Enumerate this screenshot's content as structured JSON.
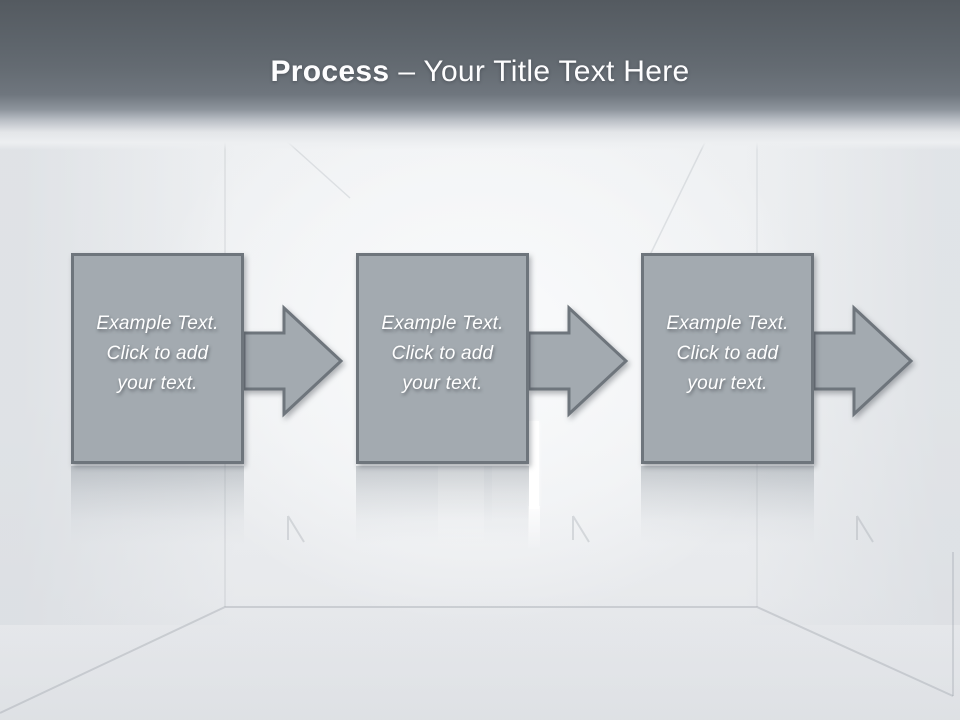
{
  "header": {
    "title_emphasis": "Process",
    "title_rest": "– Your Title Text Here"
  },
  "steps": [
    {
      "lines": [
        "Example Text.",
        "Click to add",
        "your text."
      ]
    },
    {
      "lines": [
        "Example Text.",
        "Click to add",
        "your text."
      ]
    },
    {
      "lines": [
        "Example Text.",
        "Click to add",
        "your text."
      ]
    }
  ],
  "colors": {
    "header_gradient_top": "#545a60",
    "header_gradient_mid": "#6f767e",
    "shape_fill": "#a3aab0",
    "shape_border": "#6e757c",
    "slide_background": "#eef0f2",
    "title_text": "#fdfdfe",
    "step_text": "#ffffff"
  }
}
